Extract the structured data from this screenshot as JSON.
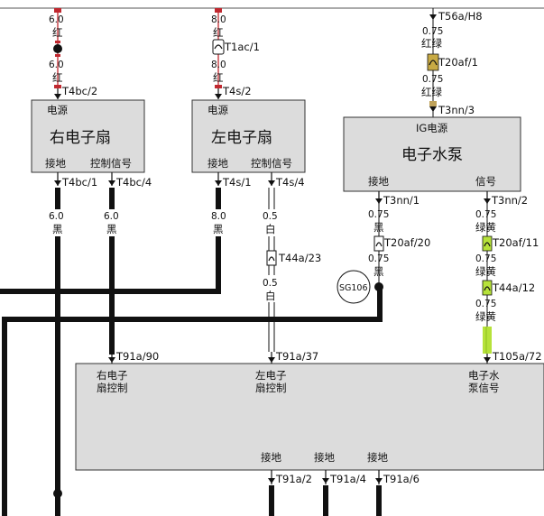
{
  "colors": {
    "wire_black": "#111111",
    "box_fill": "#dcdcdc",
    "box_stroke": "#333333",
    "wire_red": "#c0282f",
    "connector_gold": "#c8aa44",
    "connector_tan": "#bfa25a",
    "wire_green_yellow": "#b6e23a",
    "ground_point": "#111111"
  },
  "top": {
    "left_size": "6.0",
    "left_color": "红",
    "left_size2": "6.0",
    "left_color2": "红",
    "left_conn": "T4bc/2",
    "mid_size": "8.0",
    "mid_color": "红",
    "mid_conn1": "T1ac/1",
    "mid_size2": "8.0",
    "mid_color2": "红",
    "mid_conn2": "T4s/2",
    "right_conn_top": "T56a/H8",
    "right_size1": "0.75",
    "right_color1": "红绿",
    "right_conn_mid": "T20af/1",
    "right_size2": "0.75",
    "right_color2": "红绿",
    "right_conn_bot": "T3nn/3"
  },
  "boxes": {
    "right_fan": {
      "top_label": "电源",
      "title": "右电子扇",
      "pin1": "接地",
      "pin2": "控制信号"
    },
    "left_fan": {
      "top_label": "电源",
      "title": "左电子扇",
      "pin1": "接地",
      "pin2": "控制信号"
    },
    "water_pump": {
      "top_label": "IG电源",
      "title": "电子水泵",
      "pin1": "接地",
      "pin2": "信号"
    }
  },
  "wires": {
    "rf_gnd_conn": "T4bc/1",
    "rf_ctl_conn": "T4bc/4",
    "rf_gnd_size": "6.0",
    "rf_gnd_color": "黑",
    "rf_ctl_size": "6.0",
    "rf_ctl_color": "黑",
    "lf_gnd_conn": "T4s/1",
    "lf_ctl_conn": "T4s/4",
    "lf_gnd_size": "8.0",
    "lf_gnd_color": "黑",
    "lf_ctl_size": "0.5",
    "lf_ctl_color": "白",
    "lf_ctl_conn2": "T44a/23",
    "lf_ctl_size2": "0.5",
    "lf_ctl_color2": "白",
    "wp_gnd_conn": "T3nn/1",
    "wp_gnd_size": "0.75",
    "wp_gnd_color": "黑",
    "wp_gnd_conn2": "T20af/20",
    "wp_gnd_size2": "0.75",
    "wp_gnd_color2": "黑",
    "ground_label": "SG106",
    "wp_sig_conn": "T3nn/2",
    "wp_sig_size": "0.75",
    "wp_sig_color": "绿黄",
    "wp_sig_conn2": "T20af/11",
    "wp_sig_size2": "0.75",
    "wp_sig_color2": "绿黄",
    "wp_sig_conn3": "T44a/12",
    "wp_sig_size3": "0.75",
    "wp_sig_color3": "绿黄"
  },
  "ecu": {
    "conn_rf": "T91a/90",
    "conn_lf": "T91a/37",
    "conn_wp": "T105a/72",
    "label_rf_1": "右电子",
    "label_rf_2": "扇控制",
    "label_lf_1": "左电子",
    "label_lf_2": "扇控制",
    "label_wp_1": "电子水",
    "label_wp_2": "泵信号",
    "gnd_label_1": "接地",
    "gnd_label_2": "接地",
    "gnd_label_3": "接地",
    "gnd_conn_1": "T91a/2",
    "gnd_conn_2": "T91a/4",
    "gnd_conn_3": "T91a/6"
  }
}
